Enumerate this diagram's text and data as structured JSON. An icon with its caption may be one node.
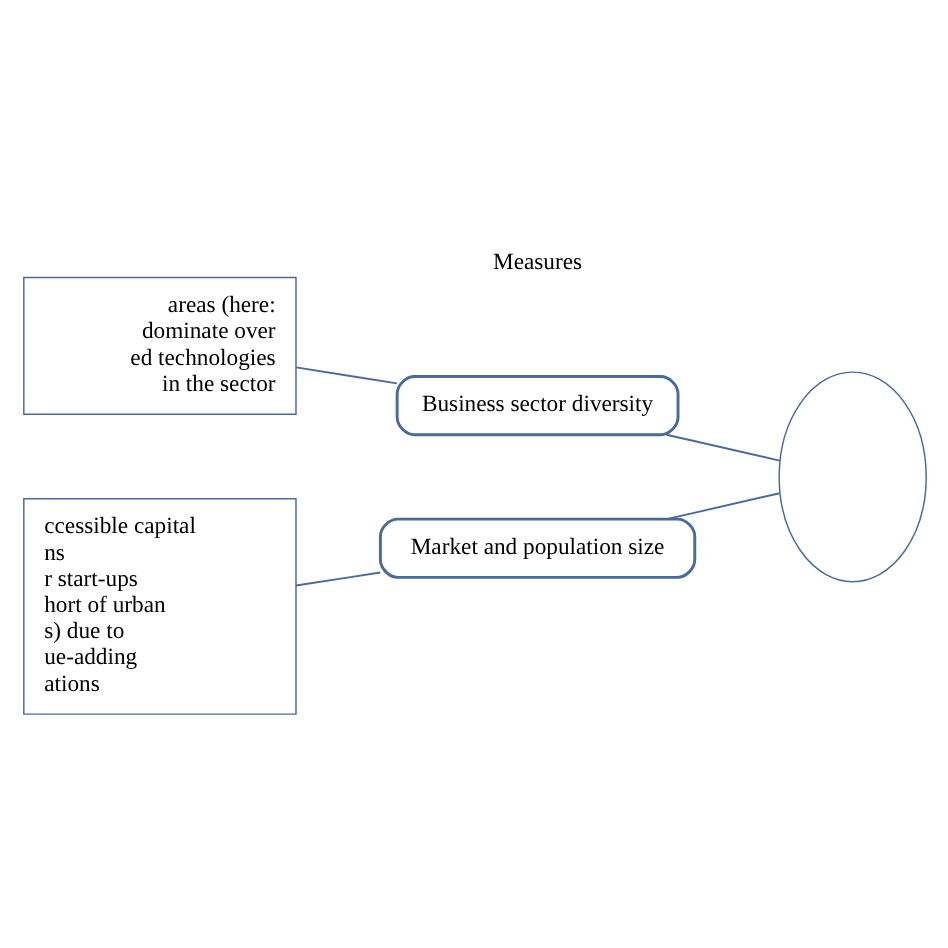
{
  "diagram": {
    "nodes": [
      {
        "text": [
          "ccessible capital",
          "ns",
          "r start-ups",
          "hort of urban",
          "s) due to",
          "ue-adding",
          "ations"
        ]
      },
      {
        "text": [
          "Market and population size"
        ]
      },
      {
        "text": [
          "areas (here:",
          "dominate over",
          "ed technologies",
          "in the sector"
        ]
      },
      {
        "text": [
          "Business sector diversity"
        ]
      },
      {
        "text": [],
        "shape": "ellipse"
      }
    ],
    "edges": [
      {
        "from": 0,
        "to": 1,
        "arrow": "none"
      },
      {
        "from": 1,
        "to": 4,
        "arrow": "none"
      },
      {
        "from": 2,
        "to": 3,
        "arrow": "none"
      },
      {
        "from": 3,
        "to": 4,
        "arrow": "none"
      }
    ],
    "labels": [
      "Measures"
    ]
  }
}
